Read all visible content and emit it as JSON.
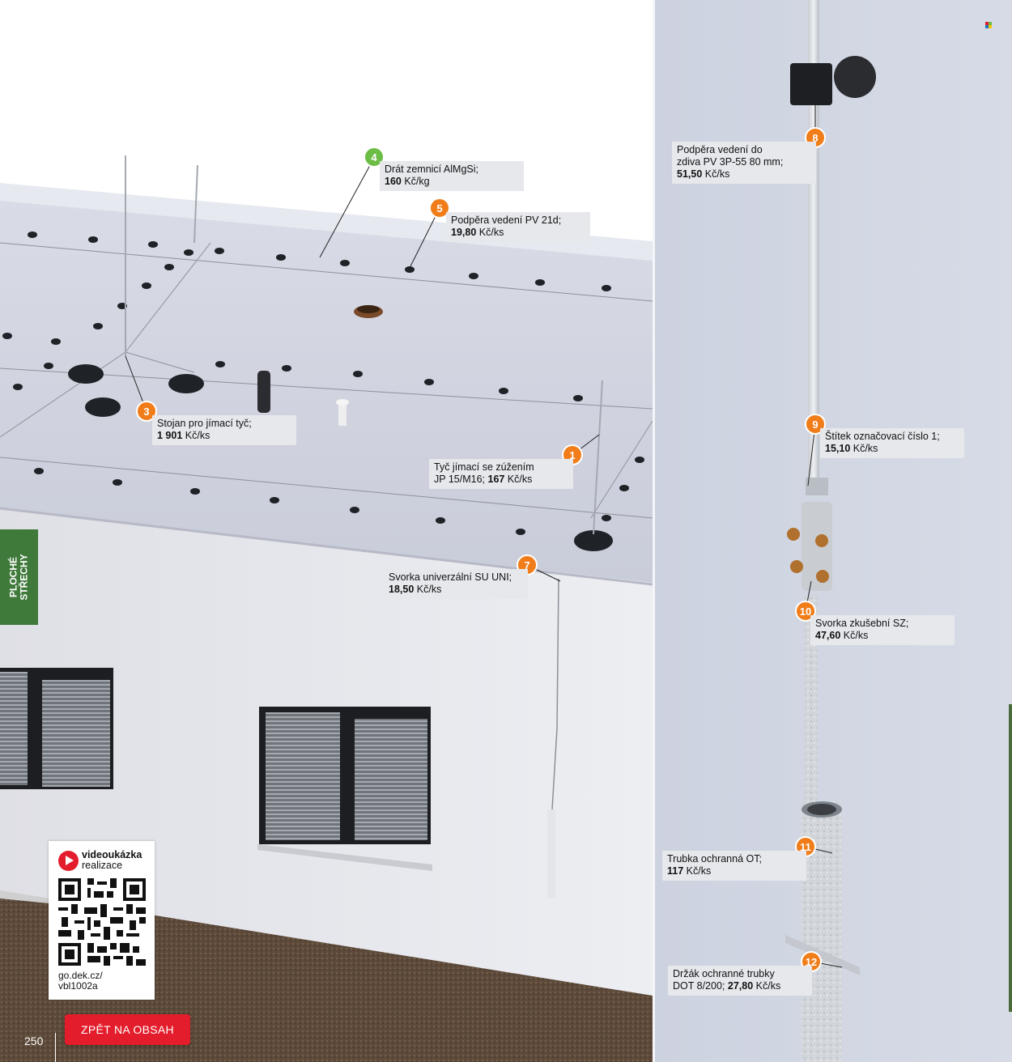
{
  "section_tab": {
    "line1": "PLOCHÉ",
    "line2": "STŘECHY"
  },
  "items": [
    {
      "num": "1",
      "name": "Tyč jímací se zúžením",
      "name2": "JP 15/M16;",
      "price": "167",
      "unit": "Kč/ks"
    },
    {
      "num": "3",
      "name": "Stojan pro jímací tyč;",
      "price": "1 901",
      "unit": "Kč/ks"
    },
    {
      "num": "4",
      "name": "Drát zemnicí AlMgSi;",
      "price": "160",
      "unit": "Kč/kg"
    },
    {
      "num": "5",
      "name": "Podpěra vedení PV 21d;",
      "price": "19,80",
      "unit": "Kč/ks"
    },
    {
      "num": "7",
      "name": "Svorka univerzální SU UNI;",
      "price": "18,50",
      "unit": "Kč/ks"
    },
    {
      "num": "8",
      "name": "Podpěra vedení do",
      "name2": "zdiva PV 3P-55 80 mm;",
      "price": "51,50",
      "unit": "Kč/ks"
    },
    {
      "num": "9",
      "name": "Štítek označovací číslo 1;",
      "price": "15,10",
      "unit": "Kč/ks"
    },
    {
      "num": "10",
      "name": "Svorka zkušební SZ;",
      "price": "47,60",
      "unit": "Kč/ks"
    },
    {
      "num": "11",
      "name": "Trubka ochranná OT;",
      "price": "117",
      "unit": "Kč/ks"
    },
    {
      "num": "12",
      "name": "Držák ochranné trubky",
      "name2": "DOT 8/200;",
      "price": "27,80",
      "unit": "Kč/ks"
    }
  ],
  "video": {
    "title": "videoukázka",
    "subtitle": "realizace",
    "url_line1": "go.dek.cz/",
    "url_line2": "vbl1002a"
  },
  "back_button": "ZPĚT NA OBSAH",
  "page_number": "250",
  "colors": {
    "badge": "#f07d19",
    "badge_green": "#6cbd45",
    "tab": "#3f7a3a",
    "button": "#e31d2b"
  }
}
